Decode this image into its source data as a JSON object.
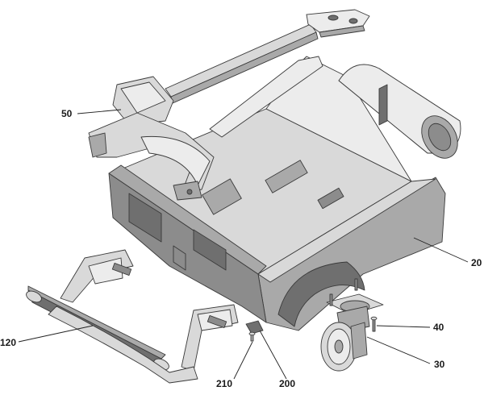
{
  "diagram": {
    "callouts": [
      {
        "id": "c50",
        "text": "50"
      },
      {
        "id": "c20",
        "text": "20"
      },
      {
        "id": "c40",
        "text": "40"
      },
      {
        "id": "c30",
        "text": "30"
      },
      {
        "id": "c120",
        "text": "120"
      },
      {
        "id": "c210",
        "text": "210"
      },
      {
        "id": "c200",
        "text": "200"
      }
    ]
  }
}
